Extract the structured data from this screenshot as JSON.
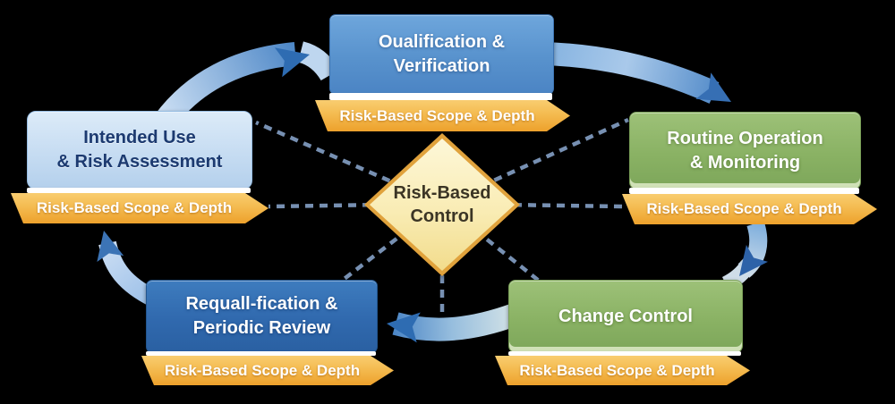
{
  "diagram": {
    "center": {
      "line1": "Risk-Based",
      "line2": "Control"
    },
    "stations": [
      {
        "id": "qualification",
        "line1": "Oualification &",
        "line2": "Verification",
        "banner": "Risk-Based Scope & Depth"
      },
      {
        "id": "intended-use",
        "line1": "Intended Use",
        "line2": "& Risk Assessment",
        "banner": "Risk-Based Scope & Depth"
      },
      {
        "id": "routine-operation",
        "line1": "Routine Operation",
        "line2": "& Monitoring",
        "banner": "Risk-Based Scope & Depth"
      },
      {
        "id": "requalification",
        "line1": "Requall-fication &",
        "line2": "Periodic Review",
        "banner": "Risk-Based Scope & Depth"
      },
      {
        "id": "change-control",
        "line1": "Change Control",
        "line2": "",
        "banner": "Risk-Based Scope & Depth"
      }
    ]
  },
  "palette": {
    "background": "#000000",
    "blue_box": "#5892cd",
    "light_blue_box": "#c6dcf2",
    "dark_blue_box": "#3069ae",
    "green_box": "#8ab264",
    "banner_orange_top": "#f9cd70",
    "banner_orange_bottom": "#eda12c",
    "diamond_fill": "#f9ecb4",
    "diamond_border": "#e0a23c",
    "dashed_line": "#7e98bc",
    "arrow_blue": "#3f7dc0",
    "text_navy": "#1c3a70",
    "text_white": "#ffffff"
  }
}
